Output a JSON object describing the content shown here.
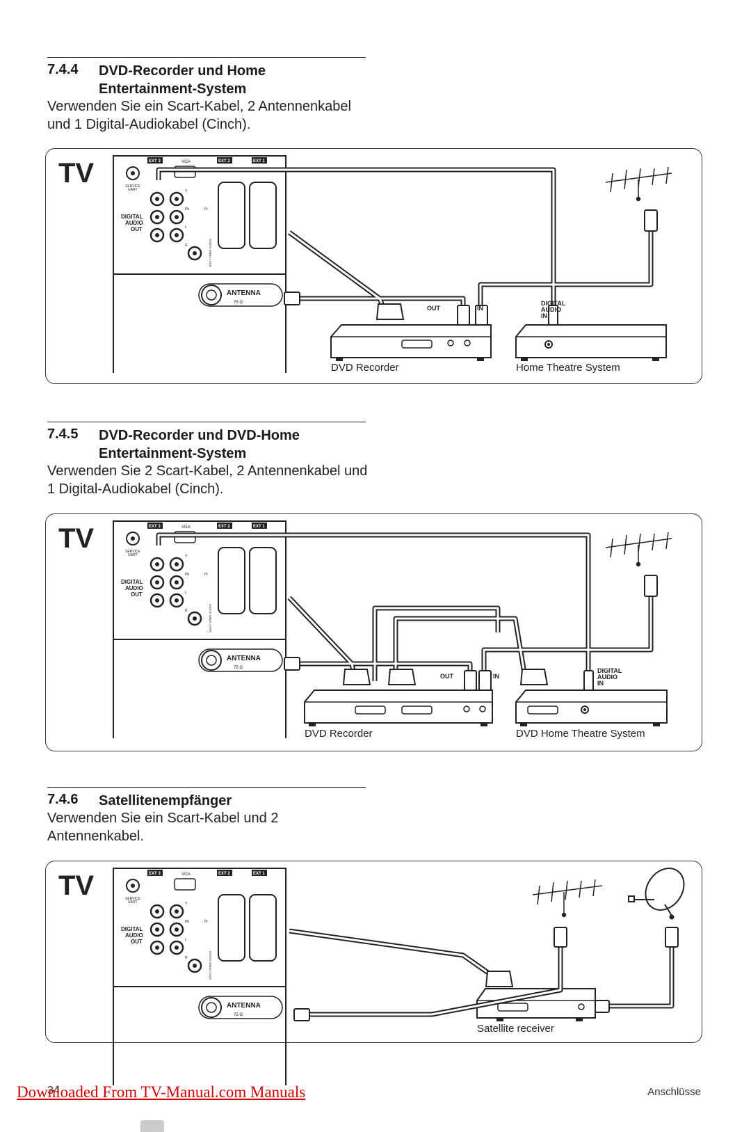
{
  "sections": [
    {
      "number": "7.4.4",
      "title_line1": "DVD-Recorder und Home",
      "title_line2": "Entertainment-System",
      "text_line1": "Verwenden Sie ein Scart-Kabel, 2 Antennenkabel",
      "text_line2": "und 1 Digital-Audiokabel (Cinch).",
      "device1": "DVD Recorder",
      "device2": "Home Theatre System"
    },
    {
      "number": "7.4.5",
      "title_line1": "DVD-Recorder und DVD-Home",
      "title_line2": "Entertainment-System",
      "text_line1": "Verwenden Sie 2 Scart-Kabel, 2 Antennenkabel und",
      "text_line2": "1 Digital-Audiokabel (Cinch).",
      "device1": "DVD Recorder",
      "device2": "DVD Home Theatre System"
    },
    {
      "number": "7.4.6",
      "title_line1": "Satellitenempfänger",
      "text_line1": "Verwenden Sie ein Scart-Kabel und 2",
      "text_line2": "Antennenkabel.",
      "device1": "Satellite receiver"
    }
  ],
  "tv_panel": {
    "tv_label": "TV",
    "ext3": "EXT 3",
    "ext2": "EXT 2",
    "ext1": "EXT 1",
    "vga": "VGA",
    "service": "SERVICE",
    "uart": "UART",
    "digital": "DIGITAL",
    "audio": "AUDIO",
    "out": "OUT",
    "audio_small": "AUDIO",
    "out_small": "OUT",
    "l": "L",
    "r": "R",
    "y": "Y",
    "pb": "Pb",
    "pr": "Pr",
    "vga_ypbpr": "VGA / YPbPr AUDIO",
    "antenna": "ANTENNA",
    "ohm": "75 Ω"
  },
  "device_ports": {
    "out": "OUT",
    "in": "IN",
    "digital": "DIGITAL",
    "audio": "AUDIO",
    "in2": "IN"
  },
  "footer": {
    "page_number": "34",
    "section_name": "Anschlüsse",
    "download_link": "Downloaded From TV-Manual.com Manuals"
  }
}
